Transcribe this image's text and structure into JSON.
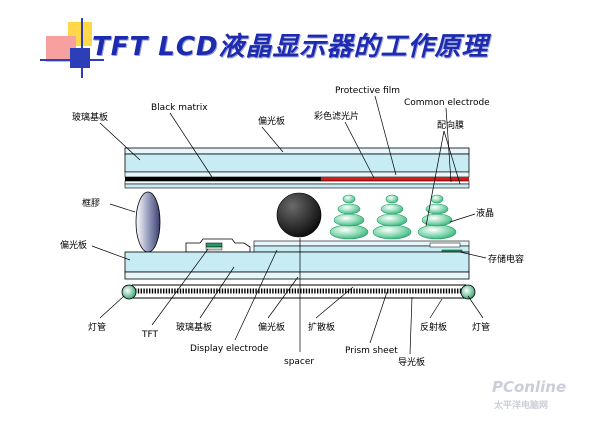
{
  "title": "TFT LCD液晶显示器的工作原理",
  "labels": {
    "glass_substrate_top": "玻璃基板",
    "black_matrix": "Black matrix",
    "polarizer_top": "偏光板",
    "protective_film": "Protective film",
    "color_filter": "彩色滤光片",
    "common_electrode": "Common electrode",
    "alignment_film": "配向膜",
    "sealant": "框膠",
    "liquid_crystal": "液晶",
    "polarizer_left": "偏光板",
    "storage_capacitor": "存储电容",
    "lamp_left": "灯管",
    "tft": "TFT",
    "glass_substrate_bottom": "玻璃基板",
    "display_electrode": "Display electrode",
    "polarizer_bottom": "偏光板",
    "spacer": "spacer",
    "diffuser": "扩散板",
    "prism_sheet": "Prism sheet",
    "light_guide": "导光板",
    "reflector": "反射板",
    "lamp_right": "灯管"
  },
  "watermark": {
    "brand": "PConline",
    "sub": "太平洋电脑网"
  },
  "colors": {
    "title": "#1d2bb0",
    "glass": "#c8ecf4",
    "black_matrix": "#000000",
    "color_filter": "#d81818",
    "liquid_crystal": "#1f9e63",
    "storage_capacitor": "#1f9e63",
    "spacer": "#333333",
    "deco_red": "#f26a6a",
    "deco_yellow": "#ffd84a",
    "deco_blue": "#2d3fb8"
  }
}
